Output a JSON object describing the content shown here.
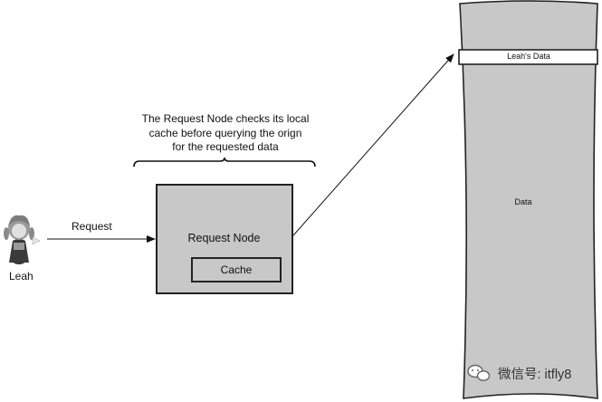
{
  "user": {
    "name": "Leah"
  },
  "request_label": "Request",
  "annotation": {
    "lines": [
      "The Request Node checks its local",
      "cache before querying the orign",
      "for the requested data"
    ]
  },
  "request_node": {
    "title": "Request Node",
    "cache_label": "Cache"
  },
  "data_store": {
    "highlight_label": "Leah's Data",
    "body_label": "Data"
  },
  "watermark": {
    "text": "微信号: itfly8",
    "icon": "wechat-icon"
  },
  "colors": {
    "node_fill": "#c8c8c8",
    "store_fill": "#c8c8c8",
    "stroke": "#222222"
  }
}
